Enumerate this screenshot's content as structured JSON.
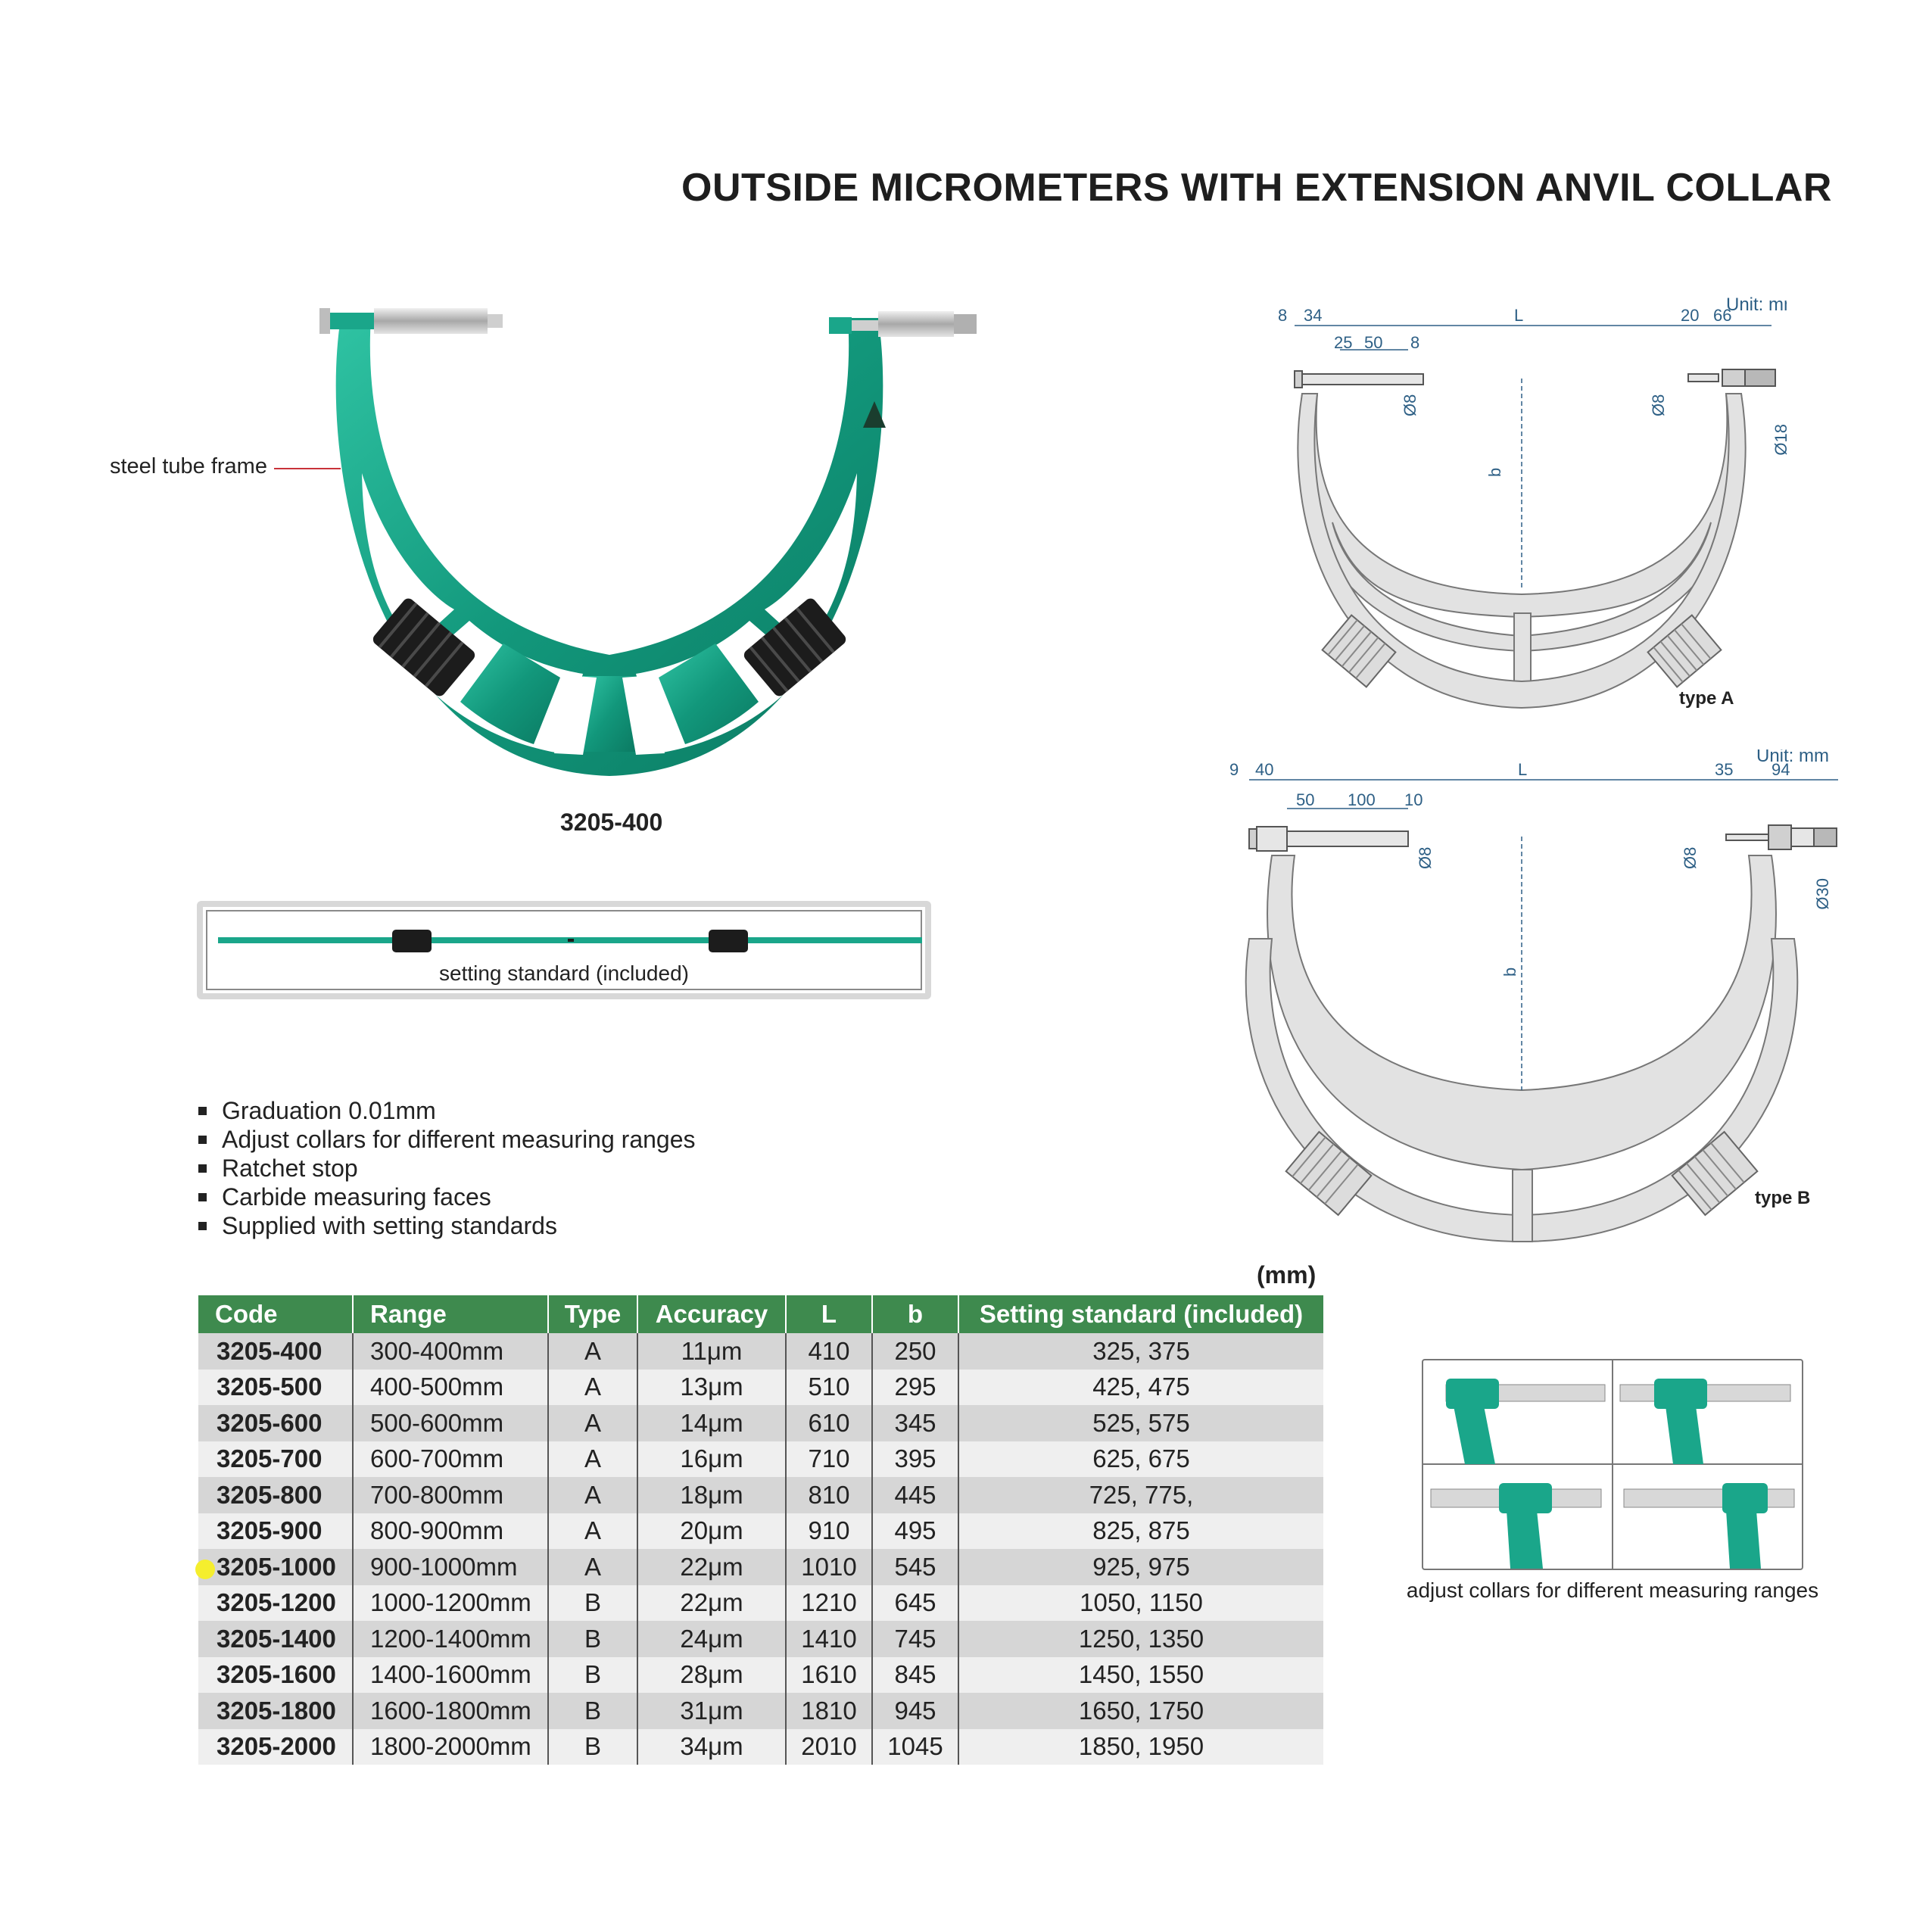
{
  "title": "OUTSIDE MICROMETERS WITH EXTENSION ANVIL COLLAR",
  "photo": {
    "callout": "steel tube frame",
    "model_caption": "3205-400"
  },
  "setting_standard": {
    "caption": "setting standard (included)"
  },
  "features": [
    "Graduation 0.01mm",
    "Adjust collars for different measuring ranges",
    "Ratchet stop",
    "Carbide measuring faces",
    "Supplied with setting standards"
  ],
  "diagram_a": {
    "unit": "Unit: mm",
    "type_label": "type A",
    "dims": {
      "d1": "8",
      "d2": "34",
      "L": "L",
      "d3": "25",
      "d4": "50",
      "d5": "8",
      "d6": "20",
      "d7": "66",
      "phi1": "Ø8",
      "phi2": "Ø8",
      "phi3": "Ø18",
      "b": "b"
    }
  },
  "diagram_b": {
    "unit": "Unit: mm",
    "type_label": "type B",
    "dims": {
      "d1": "9",
      "d2": "40",
      "L": "L",
      "d3": "50",
      "d4": "100",
      "d5": "10",
      "d6": "35",
      "d7": "94",
      "phi1": "Ø8",
      "phi2": "Ø8",
      "phi3": "Ø30",
      "b": "b"
    }
  },
  "table": {
    "unit": "(mm)",
    "headers": [
      "Code",
      "Range",
      "Type",
      "Accuracy",
      "L",
      "b",
      "Setting standard (included)"
    ],
    "rows": [
      [
        "3205-400",
        "300-400mm",
        "A",
        "11μm",
        "410",
        "250",
        "325, 375"
      ],
      [
        "3205-500",
        "400-500mm",
        "A",
        "13μm",
        "510",
        "295",
        "425, 475"
      ],
      [
        "3205-600",
        "500-600mm",
        "A",
        "14μm",
        "610",
        "345",
        "525, 575"
      ],
      [
        "3205-700",
        "600-700mm",
        "A",
        "16μm",
        "710",
        "395",
        "625, 675"
      ],
      [
        "3205-800",
        "700-800mm",
        "A",
        "18μm",
        "810",
        "445",
        "725, 775,"
      ],
      [
        "3205-900",
        "800-900mm",
        "A",
        "20μm",
        "910",
        "495",
        "825, 875"
      ],
      [
        "3205-1000",
        "900-1000mm",
        "A",
        "22μm",
        "1010",
        "545",
        "925, 975"
      ],
      [
        "3205-1200",
        "1000-1200mm",
        "B",
        "22μm",
        "1210",
        "645",
        "1050, 1150"
      ],
      [
        "3205-1400",
        "1200-1400mm",
        "B",
        "24μm",
        "1410",
        "745",
        "1250, 1350"
      ],
      [
        "3205-1600",
        "1400-1600mm",
        "B",
        "28μm",
        "1610",
        "845",
        "1450, 1550"
      ],
      [
        "3205-1800",
        "1600-1800mm",
        "B",
        "31μm",
        "1810",
        "945",
        "1650, 1750"
      ],
      [
        "3205-2000",
        "1800-2000mm",
        "B",
        "34μm",
        "2010",
        "1045",
        "1850, 1950"
      ]
    ]
  },
  "collars": {
    "caption": "adjust collars for different measuring ranges"
  },
  "colors": {
    "frame_green": "#1aa68a",
    "header_green": "#3e8a4e",
    "diagram_gray": "#e2e2e2",
    "dim_blue": "#2d5f85",
    "marker_yellow": "#f5ee2e"
  }
}
